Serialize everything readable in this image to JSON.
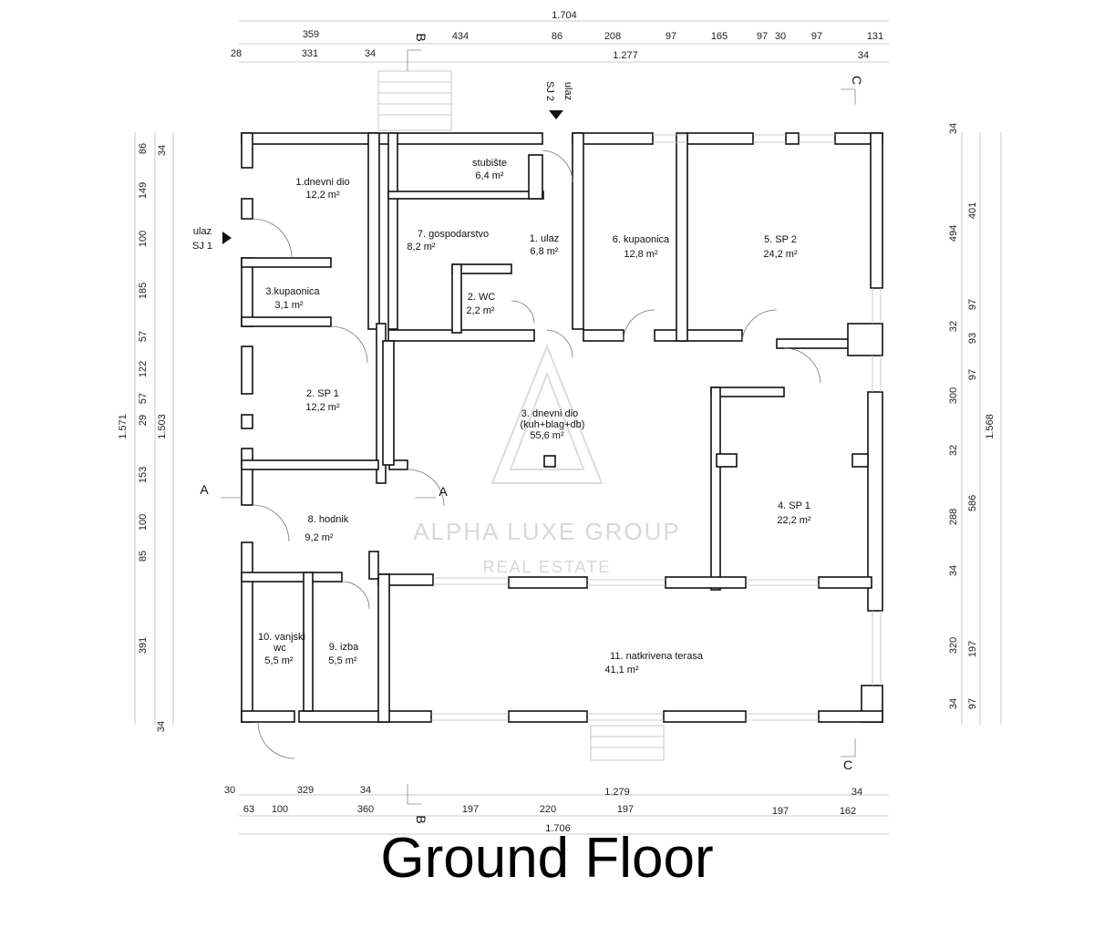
{
  "caption": "Ground Floor",
  "watermark": {
    "line1": "ALPHA LUXE GROUP",
    "line2": "REAL ESTATE"
  },
  "rooms": [
    {
      "name": "1.dnevni dio",
      "area": "12,2 m²"
    },
    {
      "name": "stubište",
      "area": "6,4 m²"
    },
    {
      "name": "7. gospodarstvo",
      "area": "8,2 m²"
    },
    {
      "name": "1. ulaz",
      "area": "6,8 m²"
    },
    {
      "name": "6. kupaonica",
      "area": "12,8 m²"
    },
    {
      "name": "5. SP 2",
      "area": "24,2 m²"
    },
    {
      "name": "3.kupaonica",
      "area": "3,1 m²"
    },
    {
      "name": "2. WC",
      "area": "2,2 m²"
    },
    {
      "name": "2. SP 1",
      "area": "12,2 m²"
    },
    {
      "name": "3. dnevni dio",
      "name2": "(kuh+blag+db)",
      "area": "55,6 m²"
    },
    {
      "name": "4. SP 1",
      "area": "22,2 m²"
    },
    {
      "name": "8. hodnik",
      "area": "9,2 m²"
    },
    {
      "name": "10. vanjski",
      "name2": "wc",
      "area": "5,5 m²"
    },
    {
      "name": "9. izba",
      "area": "5,5 m²"
    },
    {
      "name": "11. natkrivena terasa",
      "area": "41,1 m²"
    }
  ],
  "entrances": [
    {
      "line1": "ulaz",
      "line2": "SJ 1"
    },
    {
      "line1": "ulaz",
      "line2": "SJ 2"
    }
  ],
  "sections": {
    "a": "A",
    "b": "B",
    "c": "C"
  },
  "dimensions": {
    "top_total": "1.704",
    "top_row1": [
      "359",
      "434",
      "86",
      "208",
      "97",
      "165",
      "97",
      "30",
      "97",
      "131"
    ],
    "top_row2": [
      "28",
      "331",
      "34",
      "1.277",
      "34"
    ],
    "bottom_row1": [
      "30",
      "329",
      "34",
      "1.279",
      "34"
    ],
    "bottom_row2": [
      "63",
      "100",
      "360",
      "197",
      "220",
      "197",
      "197",
      "162"
    ],
    "bottom_total": "1.706",
    "left_outer": [
      "86",
      "149",
      "100",
      "185",
      "57",
      "122",
      "57",
      "29",
      "153",
      "100",
      "85",
      "391"
    ],
    "left_side": [
      "34",
      "34"
    ],
    "left_total_a": "1.571",
    "left_total_b": "1.503",
    "right_outer": [
      "34",
      "494",
      "32",
      "300",
      "32",
      "288",
      "34",
      "320",
      "34"
    ],
    "right_inner": [
      "401",
      "97",
      "93",
      "97",
      "586",
      "197",
      "97"
    ],
    "right_total": "1.568"
  }
}
